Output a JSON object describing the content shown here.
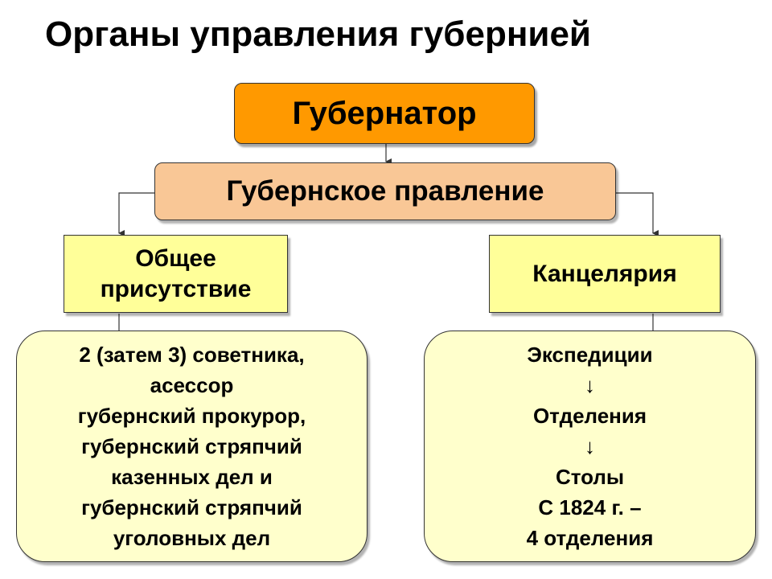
{
  "title": "Органы управления губернией",
  "governor": "Губернатор",
  "provincial_board": "Губернское правление",
  "general_presence": [
    "Общее",
    "присутствие"
  ],
  "chancery": "Канцелярия",
  "general_presence_members": [
    "2 (затем 3) советника,",
    "асессор",
    "губернский прокурор,",
    "губернский стряпчий",
    "казенных дел и",
    "губернский стряпчий",
    "уголовных дел"
  ],
  "chancery_structure": {
    "level1": "Экспедиции",
    "arrow1": "↓",
    "level2": "Отделения",
    "arrow2": "↓",
    "level3": "Столы",
    "note_line1": "С 1824 г. –",
    "note_line2": "4 отделения"
  }
}
